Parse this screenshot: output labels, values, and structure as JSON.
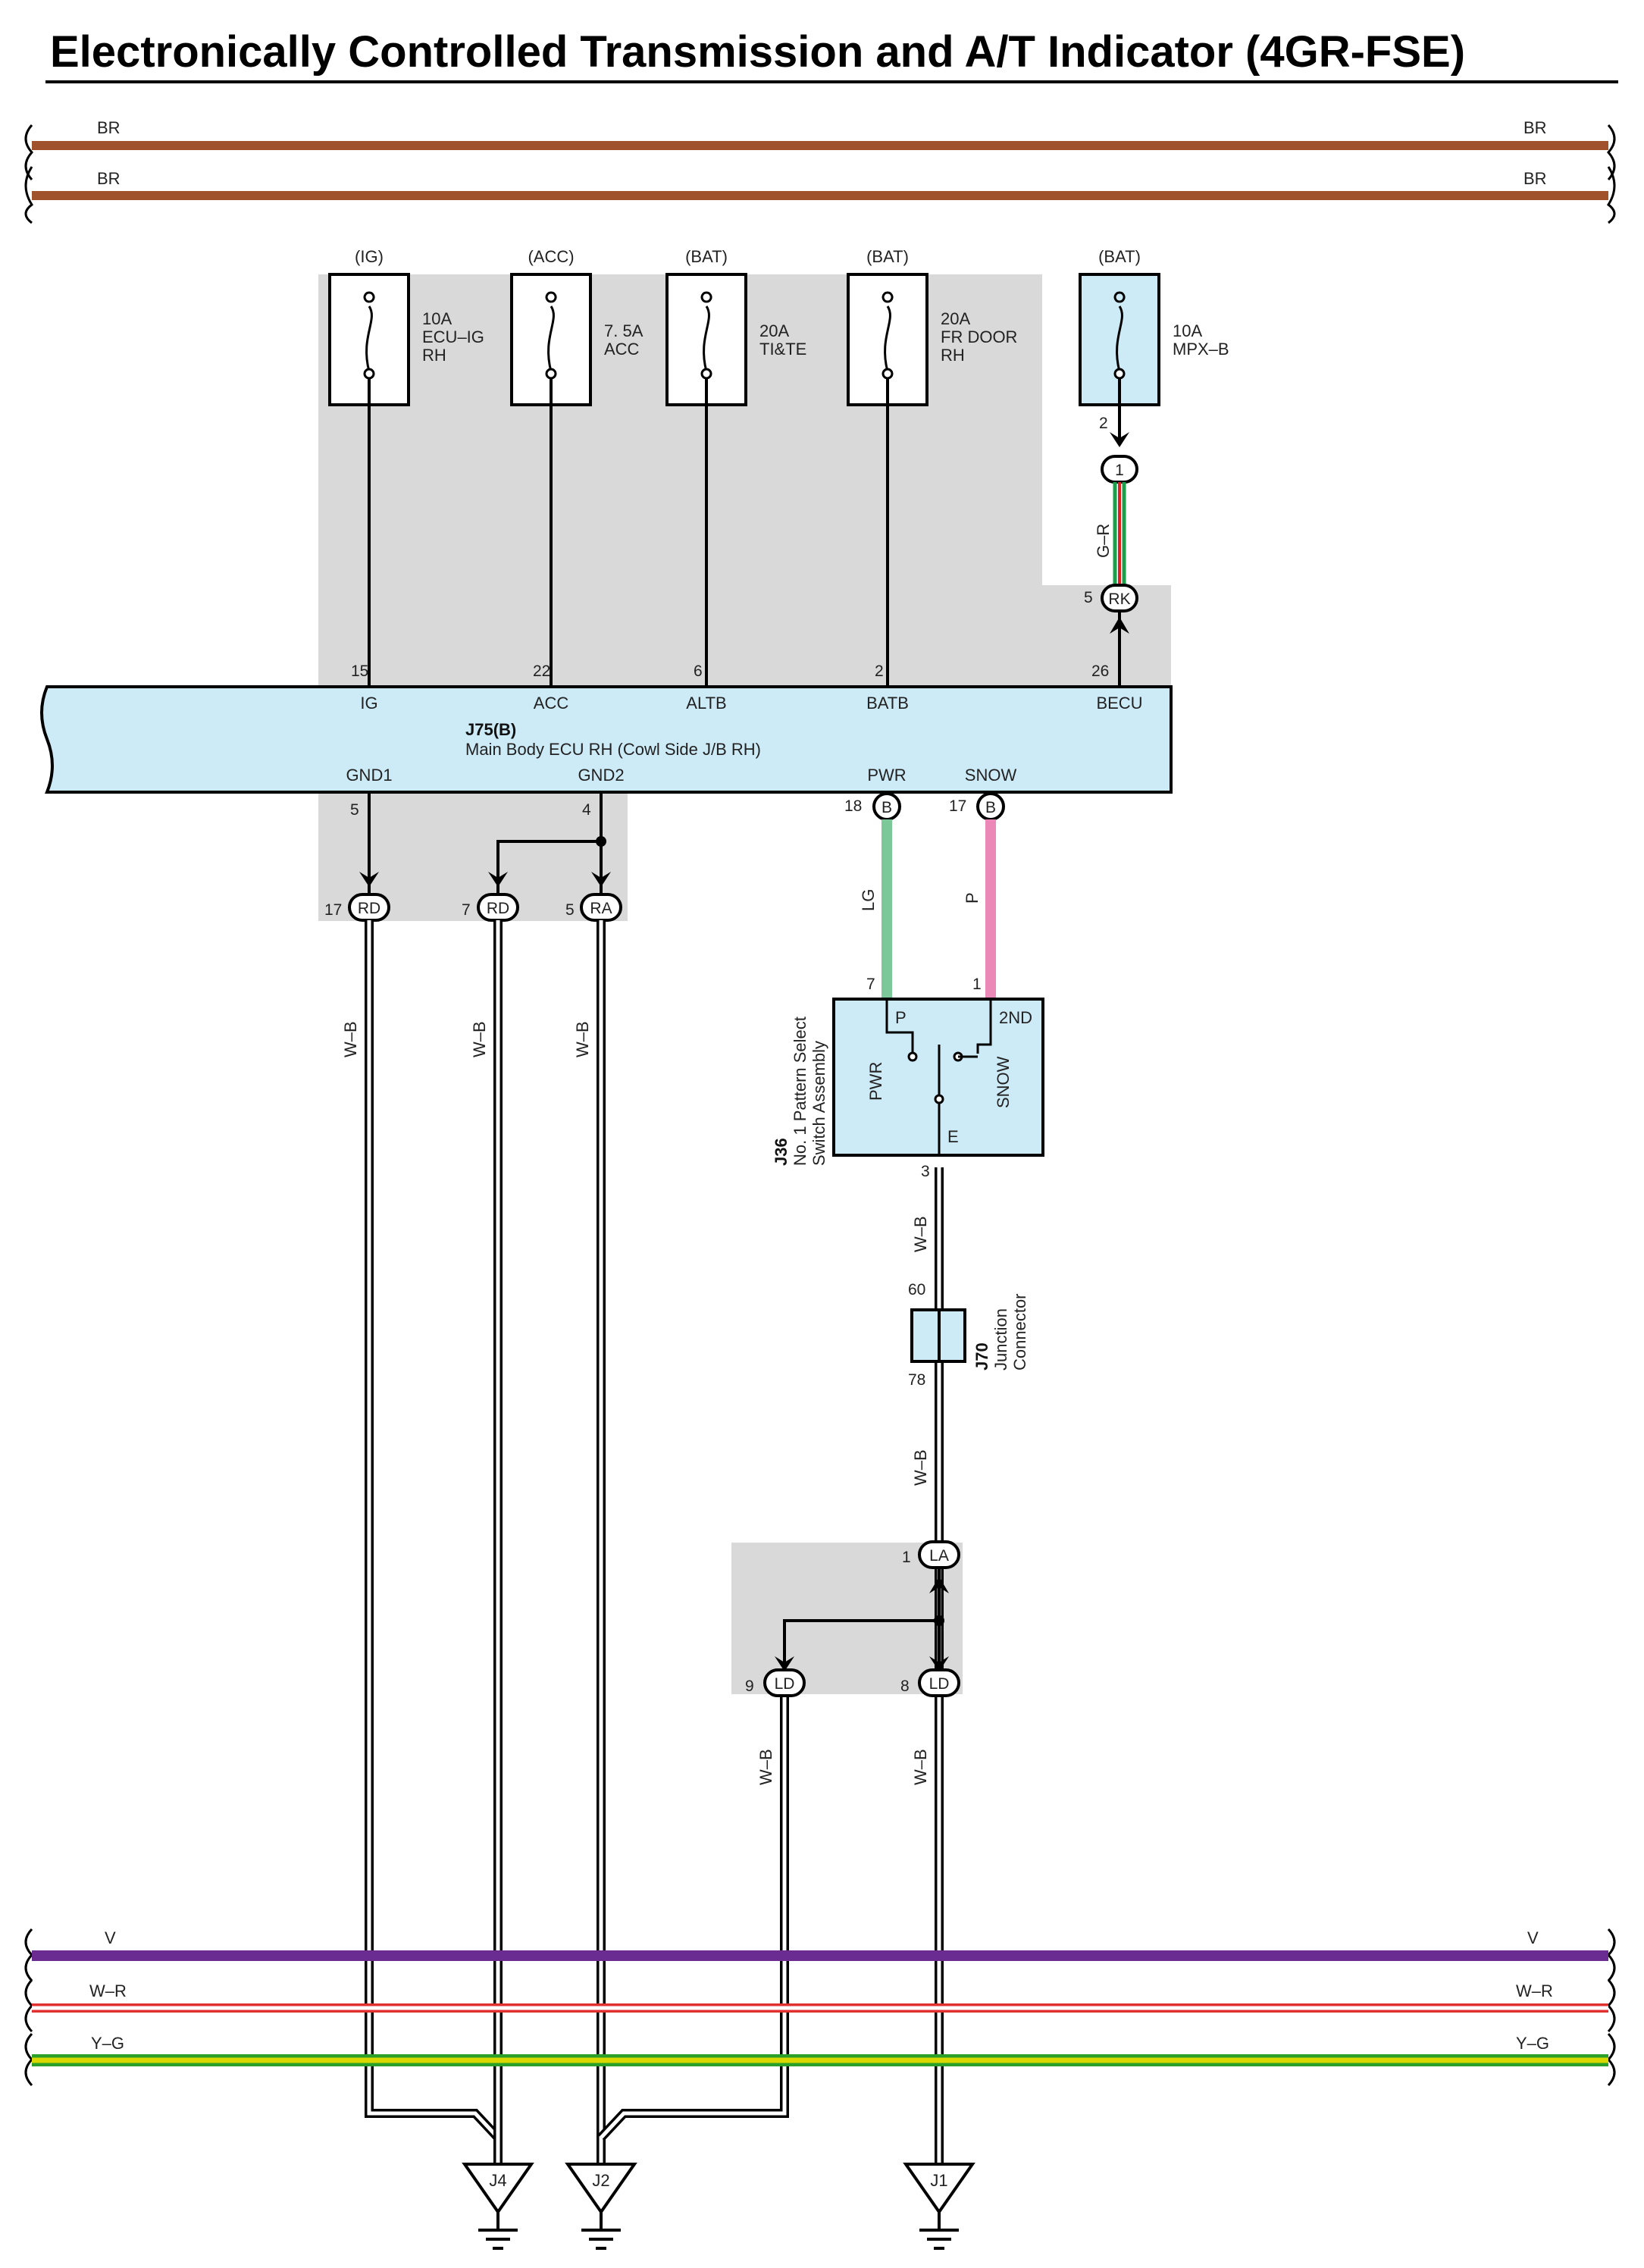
{
  "title": "Electronically Controlled Transmission and A/T Indicator (4GR-FSE)",
  "buses_top": [
    {
      "label_left": "BR",
      "label_right": "BR",
      "color": "#a0522d"
    },
    {
      "label_left": "BR",
      "label_right": "BR",
      "color": "#a0522d"
    }
  ],
  "buses_bottom": [
    {
      "label_left": "V",
      "label_right": "V",
      "color": "#6a2c91"
    },
    {
      "label_left": "W–R",
      "label_right": "W–R",
      "color": "#e03030"
    },
    {
      "label_left": "Y–G",
      "label_right": "Y–G",
      "color": "#d8d800"
    }
  ],
  "fuses": [
    {
      "source": "(IG)",
      "rating": "10A",
      "name1": "ECU–IG",
      "name2": "RH"
    },
    {
      "source": "(ACC)",
      "rating": "7. 5A",
      "name1": "ACC",
      "name2": ""
    },
    {
      "source": "(BAT)",
      "rating": "20A",
      "name1": "TI&TE",
      "name2": ""
    },
    {
      "source": "(BAT)",
      "rating": "20A",
      "name1": "FR DOOR",
      "name2": "RH"
    },
    {
      "source": "(BAT)",
      "rating": "10A",
      "name1": "MPX–B",
      "name2": ""
    }
  ],
  "mpx": {
    "pin_fuse": "2",
    "conn_top": "1",
    "wire": "G–R",
    "pin_rk": "5",
    "conn_rk": "RK"
  },
  "ecu": {
    "id": "J75(B)",
    "name": "Main Body ECU RH (Cowl Side J/B RH)",
    "top_pins": [
      {
        "num": "15",
        "name": "IG"
      },
      {
        "num": "22",
        "name": "ACC"
      },
      {
        "num": "6",
        "name": "ALTB"
      },
      {
        "num": "2",
        "name": "BATB"
      },
      {
        "num": "26",
        "name": "BECU"
      }
    ],
    "bottom_pins": [
      {
        "num": "5",
        "name": "GND1"
      },
      {
        "num": "4",
        "name": "GND2"
      },
      {
        "num": "18",
        "name": "PWR",
        "conn": "B"
      },
      {
        "num": "17",
        "name": "SNOW",
        "conn": "B"
      }
    ]
  },
  "ground_connectors": [
    {
      "pin": "17",
      "conn": "RD"
    },
    {
      "pin": "7",
      "conn": "RD"
    },
    {
      "pin": "5",
      "conn": "RA"
    }
  ],
  "wires": {
    "lg": "LG",
    "p": "P",
    "wb": "W–B"
  },
  "switch": {
    "id": "J36",
    "line1": "No. 1 Pattern Select",
    "line2": "Switch Assembly",
    "pin_p": "7",
    "pin_2nd": "1",
    "pin_e": "3",
    "lbl_p": "P",
    "lbl_2nd": "2ND",
    "lbl_pwr": "PWR",
    "lbl_snow": "SNOW",
    "lbl_e": "E"
  },
  "junction": {
    "id": "J70",
    "line1": "Junction",
    "line2": "Connector",
    "pin_top": "60",
    "pin_bottom": "78"
  },
  "la": {
    "pin": "1",
    "conn": "LA"
  },
  "ld": [
    {
      "pin": "9",
      "conn": "LD"
    },
    {
      "pin": "8",
      "conn": "LD"
    }
  ],
  "grounds": [
    "J4",
    "J2",
    "J1"
  ]
}
